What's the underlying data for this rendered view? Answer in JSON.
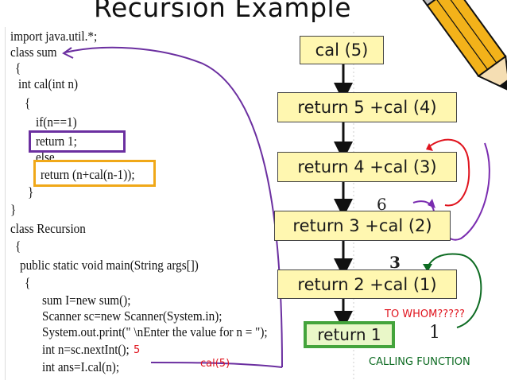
{
  "slide": {
    "title": "Recursion Example"
  },
  "code": {
    "lines": [
      "import java.util.*;",
      "class sum",
      "{",
      "int cal(int n)",
      "{",
      "if(n==1)",
      "return 1;",
      "else",
      "return (n+cal(n-1));",
      "}",
      "}",
      "class Recursion",
      "{",
      "public static void main(String args[])",
      "{",
      "sum I=new sum();",
      "Scanner sc=new Scanner(System.in);",
      "System.out.print(\" \\nEnter the value for n = \");",
      "int n=sc.nextInt();",
      "int ans=I.cal(n);"
    ]
  },
  "flow": {
    "boxes": [
      "cal (5)",
      "return 5 +cal (4)",
      "return 4 +cal (3)",
      "return 3 +cal (2)",
      "return 2 +cal (1)",
      "return 1"
    ]
  },
  "annotations": {
    "input_value": "5",
    "call_label": "cal(5)",
    "question": "TO WHOM?????",
    "calling_function": "CALLING FUNCTION",
    "value_6": "6",
    "value_3": "3",
    "value_1": "1"
  },
  "colors": {
    "flow_box_fill": "#fff7b0",
    "final_box_fill": "#e9f7c8",
    "final_box_border": "#44a43c",
    "return1_highlight": "#6b2fa0",
    "recursive_call_highlight": "#f0a818",
    "annotation_red": "#e0141e",
    "annotation_purple": "#7a2cb0",
    "annotation_green": "#0d6b22"
  },
  "icons": {
    "decoration": "pencil-icon"
  }
}
